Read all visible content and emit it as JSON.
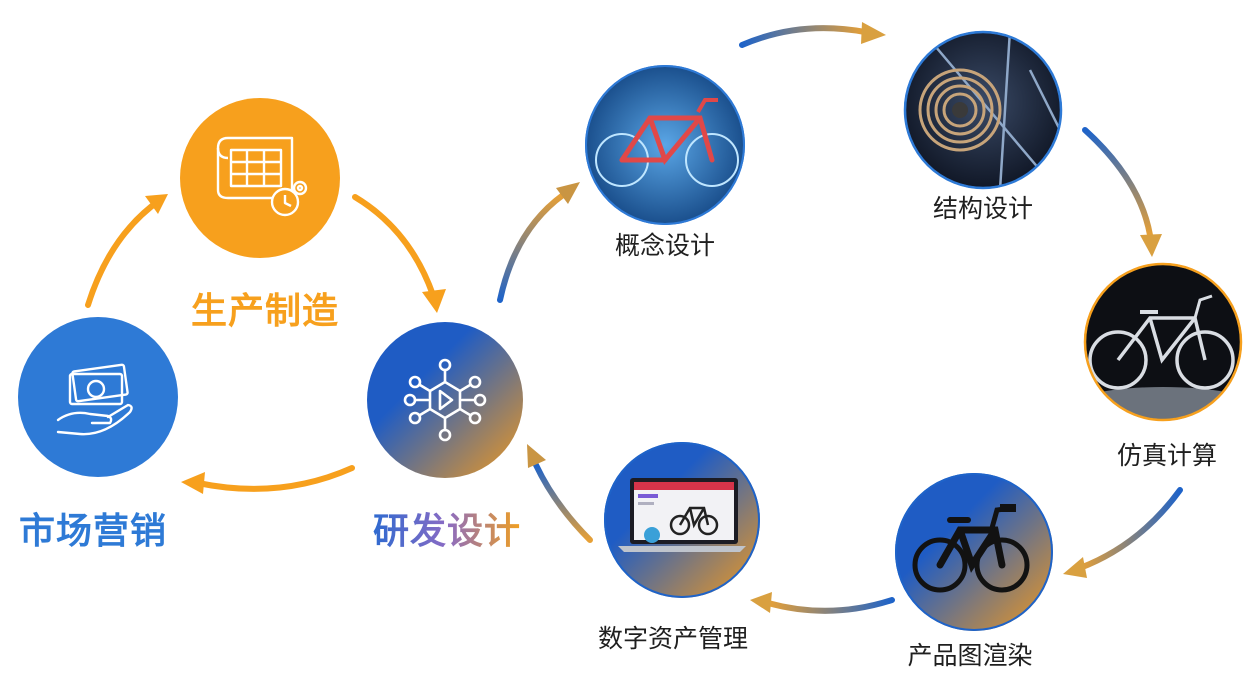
{
  "nodes": {
    "manufacturing": {
      "label": "生产制造",
      "icon": "blueprint-gear-icon",
      "color": "#f7a01d"
    },
    "marketing": {
      "label": "市场营销",
      "icon": "money-hand-icon",
      "color": "#2e7ad6"
    },
    "rnd": {
      "label": "研发设计",
      "icon": "hexagon-play-network-icon"
    },
    "concept": {
      "label": "概念设计",
      "icon": "bicycle-wireframe-photo"
    },
    "structure": {
      "label": "结构设计",
      "icon": "bicycle-gear-cassette-photo"
    },
    "simulation": {
      "label": "仿真计算",
      "icon": "white-ebike-photo"
    },
    "rendering": {
      "label": "产品图渲染",
      "icon": "black-ebike-render-photo"
    },
    "dam": {
      "label": "数字资产管理",
      "icon": "laptop-bike-screen-photo"
    }
  },
  "colors": {
    "orange": "#f7a01d",
    "blue": "#1e63c9",
    "gradient_blue": "#1f5cc4",
    "gradient_orange": "#f19a1f"
  }
}
